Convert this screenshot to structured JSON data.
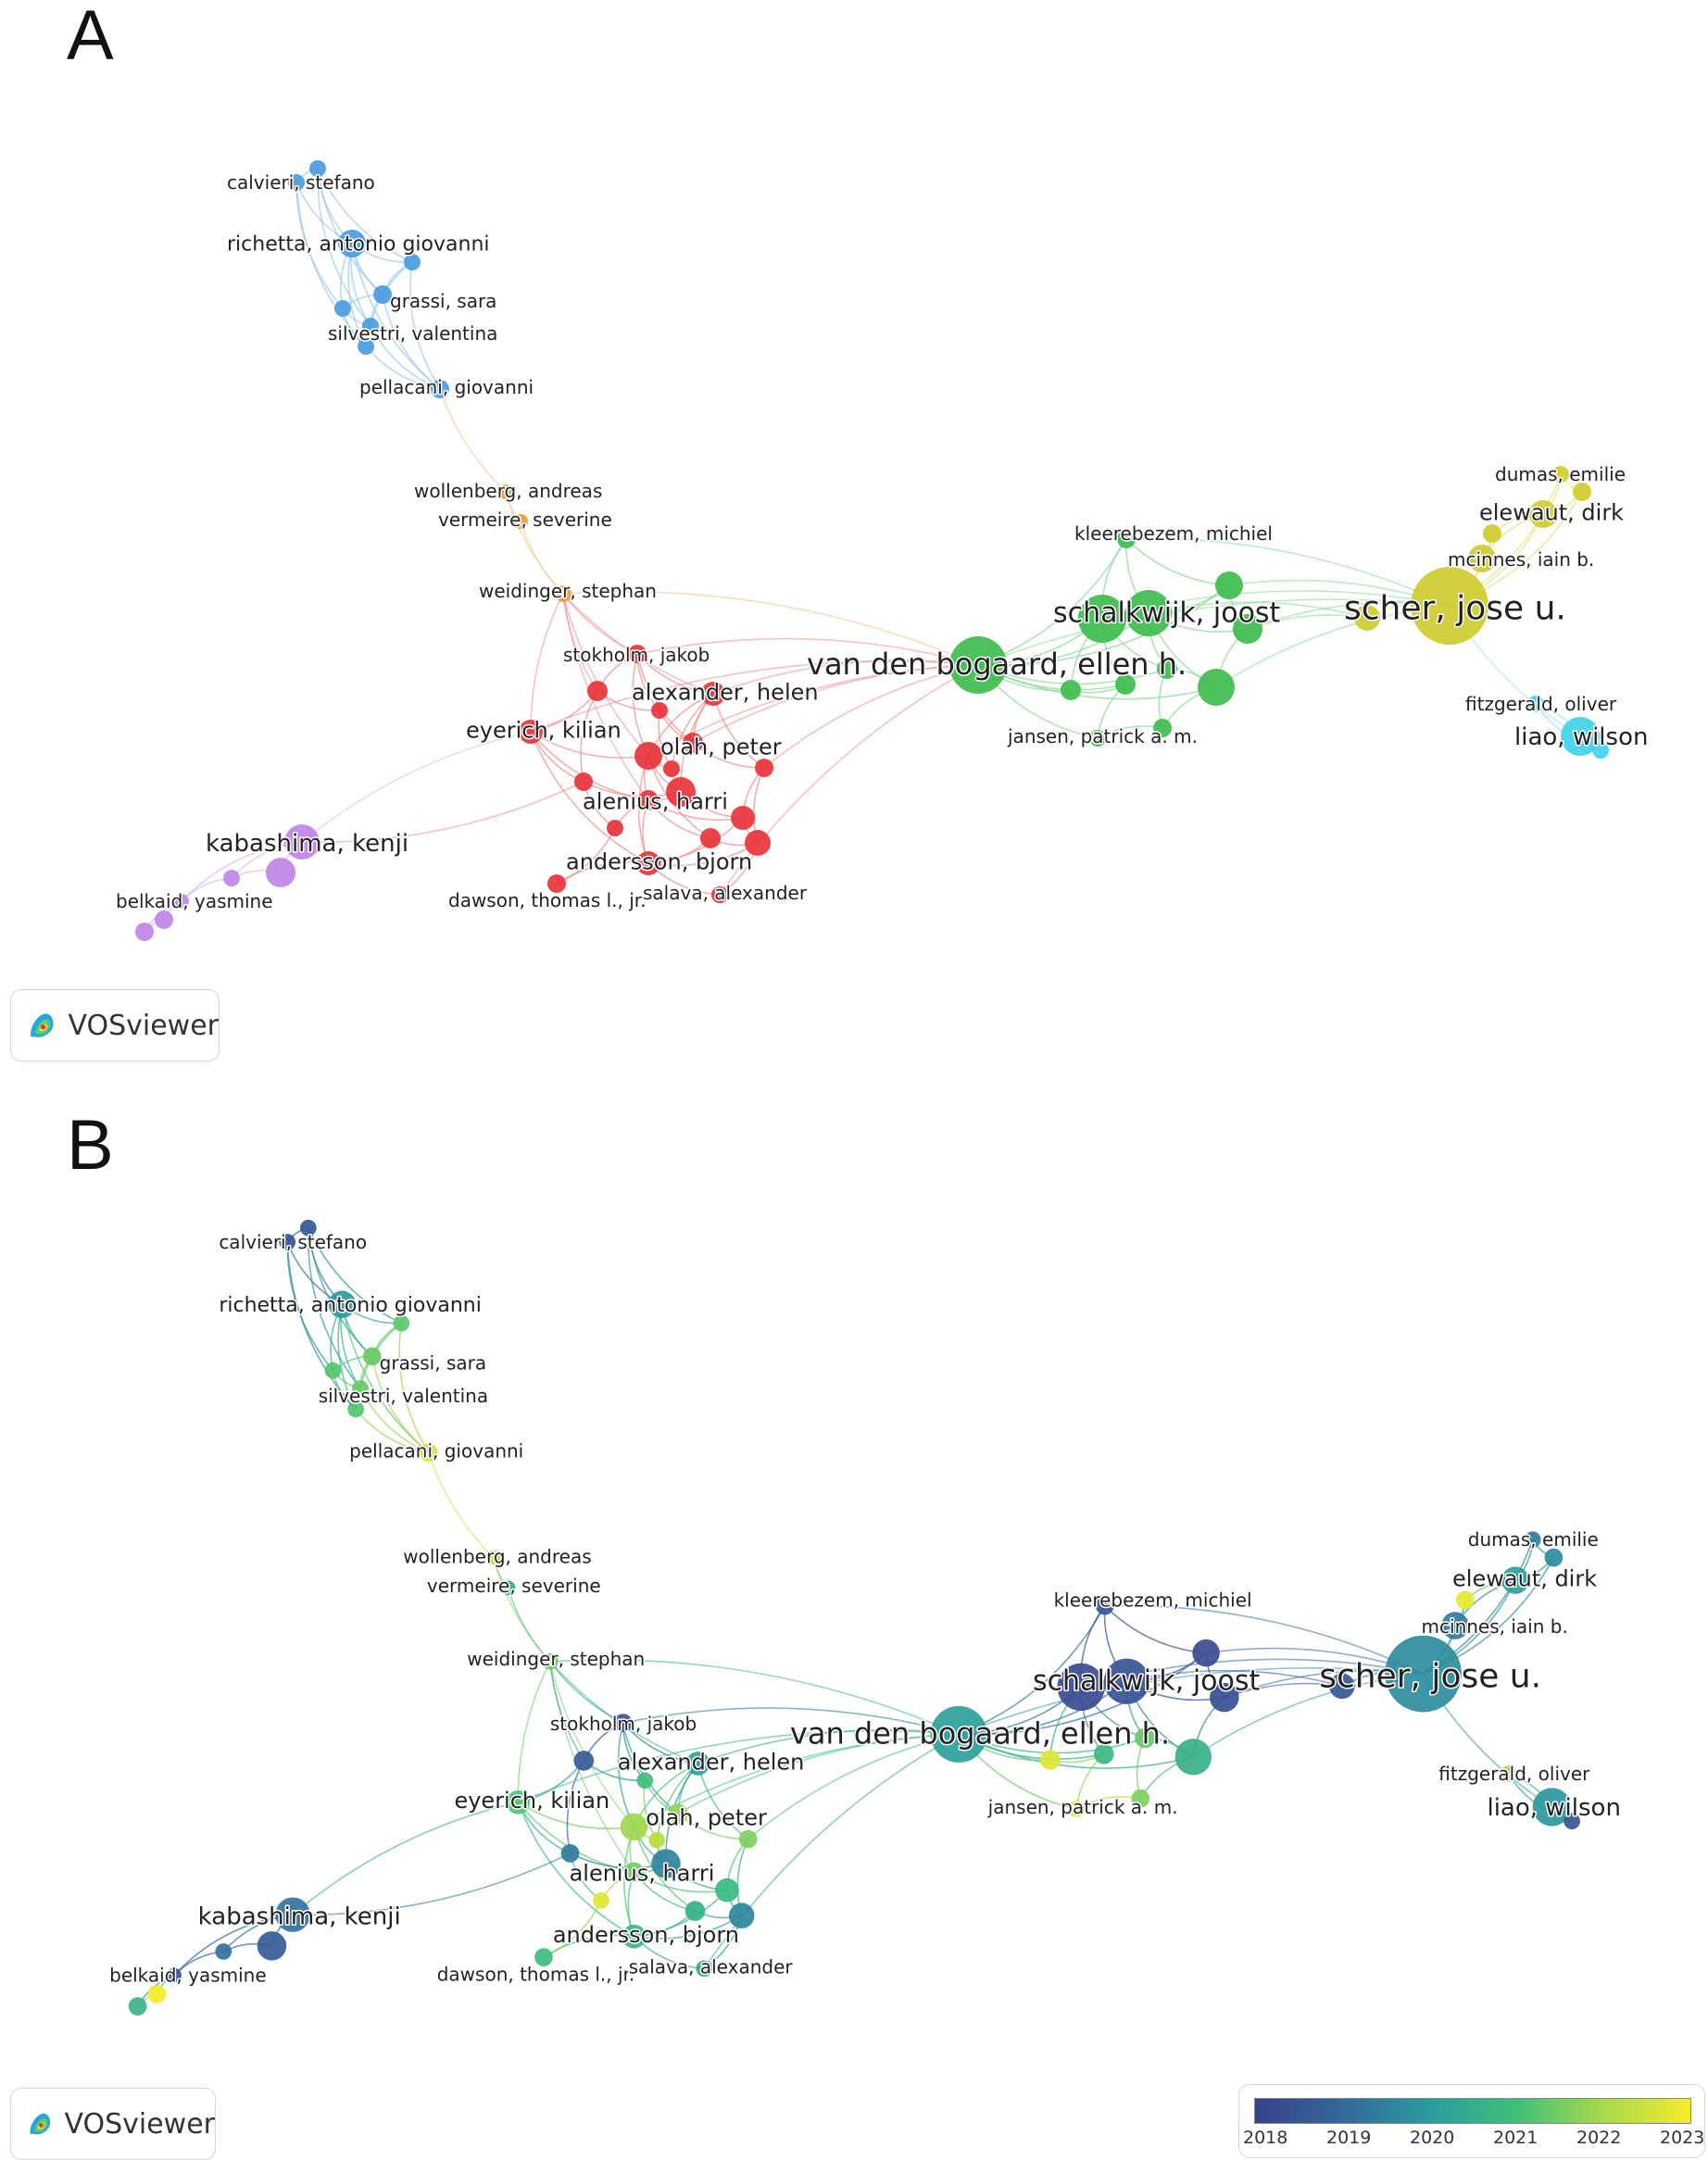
{
  "panels": [
    {
      "letter": "A",
      "mode": "cluster",
      "colors": {
        "blue": "#4a9be0",
        "orange": "#f29a3a",
        "red": "#e8333b",
        "green": "#3ebd4e",
        "yellow": "#cfcc30",
        "cyan": "#3fd2ea",
        "purple": "#c084e6"
      },
      "nodes": [
        {
          "id": "calvieri",
          "label": "calvieri, stefano",
          "c": "blue",
          "v": null
        },
        {
          "id": "b2",
          "label": "",
          "c": "blue",
          "v": null
        },
        {
          "id": "richetta",
          "label": "richetta, antonio giovanni",
          "c": "blue",
          "v": null
        },
        {
          "id": "b4",
          "label": "",
          "c": "blue",
          "v": null
        },
        {
          "id": "grassi",
          "label": "grassi, sara",
          "c": "blue",
          "v": null
        },
        {
          "id": "b6",
          "label": "",
          "c": "blue",
          "v": null
        },
        {
          "id": "silvestri",
          "label": "silvestri, valentina",
          "c": "blue",
          "v": null
        },
        {
          "id": "b8",
          "label": "",
          "c": "blue",
          "v": null
        },
        {
          "id": "pellacani",
          "label": "pellacani, giovanni",
          "c": "blue",
          "v": null
        },
        {
          "id": "wollenberg",
          "label": "wollenberg, andreas",
          "c": "orange",
          "v": null
        },
        {
          "id": "vermeire",
          "label": "vermeire, severine",
          "c": "orange",
          "v": null
        },
        {
          "id": "weidinger",
          "label": "weidinger, stephan",
          "c": "orange",
          "v": null
        },
        {
          "id": "stokholm",
          "label": "stokholm, jakob",
          "c": "red",
          "v": null
        },
        {
          "id": "alexander",
          "label": "alexander, helen",
          "c": "red",
          "v": null
        },
        {
          "id": "eyerich",
          "label": "eyerich, kilian",
          "c": "red",
          "v": null
        },
        {
          "id": "olah",
          "label": "olah, peter",
          "c": "red",
          "v": null
        },
        {
          "id": "alenius",
          "label": "alenius, harri",
          "c": "red",
          "v": null
        },
        {
          "id": "andersson",
          "label": "andersson, bjorn",
          "c": "red",
          "v": null
        },
        {
          "id": "dawson",
          "label": "dawson, thomas l., jr.",
          "c": "red",
          "v": null
        },
        {
          "id": "salava",
          "label": "salava, alexander",
          "c": "red",
          "v": null
        },
        {
          "id": "r1",
          "label": "",
          "c": "red",
          "v": null
        },
        {
          "id": "r2",
          "label": "",
          "c": "red",
          "v": null
        },
        {
          "id": "r3",
          "label": "",
          "c": "red",
          "v": null
        },
        {
          "id": "r4",
          "label": "",
          "c": "red",
          "v": null
        },
        {
          "id": "r5",
          "label": "",
          "c": "red",
          "v": null
        },
        {
          "id": "r6",
          "label": "",
          "c": "red",
          "v": null
        },
        {
          "id": "r7",
          "label": "",
          "c": "red",
          "v": null
        },
        {
          "id": "r8",
          "label": "",
          "c": "red",
          "v": null
        },
        {
          "id": "r9",
          "label": "",
          "c": "red",
          "v": null
        },
        {
          "id": "r10",
          "label": "",
          "c": "red",
          "v": null
        },
        {
          "id": "r11",
          "label": "",
          "c": "red",
          "v": null
        },
        {
          "id": "vandenbogaard",
          "label": "van den bogaard, ellen h.",
          "c": "green",
          "v": null
        },
        {
          "id": "kleerebezem",
          "label": "kleerebezem, michiel",
          "c": "green",
          "v": null
        },
        {
          "id": "schalkwijk",
          "label": "schalkwijk, joost",
          "c": "green",
          "v": null
        },
        {
          "id": "jansen",
          "label": "jansen, patrick a. m.",
          "c": "green",
          "v": null
        },
        {
          "id": "g1",
          "label": "",
          "c": "green",
          "v": null
        },
        {
          "id": "g2",
          "label": "",
          "c": "green",
          "v": null
        },
        {
          "id": "g3",
          "label": "",
          "c": "green",
          "v": null
        },
        {
          "id": "g4",
          "label": "",
          "c": "green",
          "v": null
        },
        {
          "id": "g5",
          "label": "",
          "c": "green",
          "v": null
        },
        {
          "id": "g6",
          "label": "",
          "c": "green",
          "v": null
        },
        {
          "id": "g7",
          "label": "",
          "c": "green",
          "v": null
        },
        {
          "id": "g8",
          "label": "",
          "c": "green",
          "v": null
        },
        {
          "id": "scher",
          "label": "scher, jose u.",
          "c": "yellow",
          "v": null
        },
        {
          "id": "dumas",
          "label": "dumas, emilie",
          "c": "yellow",
          "v": null
        },
        {
          "id": "elewaut",
          "label": "elewaut, dirk",
          "c": "yellow",
          "v": null
        },
        {
          "id": "mcinnes",
          "label": "mcinnes, iain b.",
          "c": "yellow",
          "v": null
        },
        {
          "id": "y1",
          "label": "",
          "c": "yellow",
          "v": null
        },
        {
          "id": "y2",
          "label": "",
          "c": "yellow",
          "v": null
        },
        {
          "id": "y3",
          "label": "",
          "c": "yellow",
          "v": null
        },
        {
          "id": "fitzgerald",
          "label": "fitzgerald, oliver",
          "c": "cyan",
          "v": null
        },
        {
          "id": "liao",
          "label": "liao, wilson",
          "c": "cyan",
          "v": null
        },
        {
          "id": "c1",
          "label": "",
          "c": "cyan",
          "v": null
        },
        {
          "id": "kabashima",
          "label": "kabashima, kenji",
          "c": "purple",
          "v": null
        },
        {
          "id": "belkaid",
          "label": "belkaid, yasmine",
          "c": "purple",
          "v": null
        },
        {
          "id": "p1",
          "label": "",
          "c": "purple",
          "v": null
        },
        {
          "id": "p2",
          "label": "",
          "c": "purple",
          "v": null
        },
        {
          "id": "p3",
          "label": "",
          "c": "purple",
          "v": null
        },
        {
          "id": "p4",
          "label": "",
          "c": "purple",
          "v": null
        }
      ],
      "logo_text": "VOSviewer"
    },
    {
      "letter": "B",
      "mode": "overlay",
      "nodes": [
        {
          "id": "calvieri",
          "label": "calvieri, stefano",
          "c": null,
          "v": 2018.6
        },
        {
          "id": "b2",
          "label": "",
          "c": null,
          "v": 2018.4
        },
        {
          "id": "richetta",
          "label": "richetta, antonio giovanni",
          "c": null,
          "v": 2020.0
        },
        {
          "id": "b4",
          "label": "",
          "c": null,
          "v": 2021.3
        },
        {
          "id": "grassi",
          "label": "grassi, sara",
          "c": null,
          "v": 2021.4
        },
        {
          "id": "b6",
          "label": "",
          "c": null,
          "v": 2021.2
        },
        {
          "id": "silvestri",
          "label": "silvestri, valentina",
          "c": null,
          "v": 2021.4
        },
        {
          "id": "b8",
          "label": "",
          "c": null,
          "v": 2021.2
        },
        {
          "id": "pellacani",
          "label": "pellacani, giovanni",
          "c": null,
          "v": 2022.6
        },
        {
          "id": "wollenberg",
          "label": "wollenberg, andreas",
          "c": null,
          "v": 2022.3
        },
        {
          "id": "vermeire",
          "label": "vermeire, severine",
          "c": null,
          "v": 2020.4
        },
        {
          "id": "weidinger",
          "label": "weidinger, stephan",
          "c": null,
          "v": 2021.5
        },
        {
          "id": "stokholm",
          "label": "stokholm, jakob",
          "c": null,
          "v": 2018.5
        },
        {
          "id": "alexander",
          "label": "alexander, helen",
          "c": null,
          "v": 2020.2
        },
        {
          "id": "eyerich",
          "label": "eyerich, kilian",
          "c": null,
          "v": 2021.2
        },
        {
          "id": "olah",
          "label": "olah, peter",
          "c": null,
          "v": 2021.9
        },
        {
          "id": "alenius",
          "label": "alenius, harri",
          "c": null,
          "v": 2021.5
        },
        {
          "id": "andersson",
          "label": "andersson, bjorn",
          "c": null,
          "v": 2020.7
        },
        {
          "id": "dawson",
          "label": "dawson, thomas l., jr.",
          "c": null,
          "v": 2020.9
        },
        {
          "id": "salava",
          "label": "salava, alexander",
          "c": null,
          "v": 2020.4
        },
        {
          "id": "r1",
          "label": "",
          "c": null,
          "v": 2018.7
        },
        {
          "id": "r2",
          "label": "",
          "c": null,
          "v": 2021.0
        },
        {
          "id": "r3",
          "label": "",
          "c": null,
          "v": 2021.8
        },
        {
          "id": "r4",
          "label": "",
          "c": null,
          "v": 2021.6
        },
        {
          "id": "r5",
          "label": "",
          "c": null,
          "v": 2019.3
        },
        {
          "id": "r6",
          "label": "",
          "c": null,
          "v": 2019.5
        },
        {
          "id": "r7",
          "label": "",
          "c": null,
          "v": 2020.8
        },
        {
          "id": "r8",
          "label": "",
          "c": null,
          "v": 2022.7
        },
        {
          "id": "r9",
          "label": "",
          "c": null,
          "v": 2020.6
        },
        {
          "id": "r10",
          "label": "",
          "c": null,
          "v": 2019.6
        },
        {
          "id": "r11",
          "label": "",
          "c": null,
          "v": 2022.2
        },
        {
          "id": "vandenbogaard",
          "label": "van den bogaard, ellen h.",
          "c": null,
          "v": 2020.1
        },
        {
          "id": "kleerebezem",
          "label": "kleerebezem, michiel",
          "c": null,
          "v": 2018.6
        },
        {
          "id": "schalkwijk",
          "label": "schalkwijk, joost",
          "c": null,
          "v": 2018.3
        },
        {
          "id": "jansen",
          "label": "jansen, patrick a. m.",
          "c": null,
          "v": 2022.8
        },
        {
          "id": "g1",
          "label": "",
          "c": null,
          "v": 2018.5
        },
        {
          "id": "g2",
          "label": "",
          "c": null,
          "v": 2018.3
        },
        {
          "id": "g3",
          "label": "",
          "c": null,
          "v": 2018.4
        },
        {
          "id": "g4",
          "label": "",
          "c": null,
          "v": 2020.6
        },
        {
          "id": "g5",
          "label": "",
          "c": null,
          "v": 2022.7
        },
        {
          "id": "g6",
          "label": "",
          "c": null,
          "v": 2021.4
        },
        {
          "id": "g7",
          "label": "",
          "c": null,
          "v": 2021.6
        },
        {
          "id": "g8",
          "label": "",
          "c": null,
          "v": 2020.8
        },
        {
          "id": "scher",
          "label": "scher, jose u.",
          "c": null,
          "v": 2019.7
        },
        {
          "id": "dumas",
          "label": "dumas, emilie",
          "c": null,
          "v": 2019.4
        },
        {
          "id": "elewaut",
          "label": "elewaut, dirk",
          "c": null,
          "v": 2020.1
        },
        {
          "id": "mcinnes",
          "label": "mcinnes, iain b.",
          "c": null,
          "v": 2019.4
        },
        {
          "id": "y1",
          "label": "",
          "c": null,
          "v": 2019.7
        },
        {
          "id": "y2",
          "label": "",
          "c": null,
          "v": 2022.8
        },
        {
          "id": "y3",
          "label": "",
          "c": null,
          "v": 2018.6
        },
        {
          "id": "fitzgerald",
          "label": "fitzgerald, oliver",
          "c": null,
          "v": 2022.1
        },
        {
          "id": "liao",
          "label": "liao, wilson",
          "c": null,
          "v": 2019.9
        },
        {
          "id": "c1",
          "label": "",
          "c": null,
          "v": 2018.5
        },
        {
          "id": "kabashima",
          "label": "kabashima, kenji",
          "c": null,
          "v": 2019.2
        },
        {
          "id": "belkaid",
          "label": "belkaid, yasmine",
          "c": null,
          "v": 2018.6
        },
        {
          "id": "p1",
          "label": "",
          "c": null,
          "v": 2018.7
        },
        {
          "id": "p2",
          "label": "",
          "c": null,
          "v": 2019.2
        },
        {
          "id": "p3",
          "label": "",
          "c": null,
          "v": 2023.0
        },
        {
          "id": "p4",
          "label": "",
          "c": null,
          "v": 2020.7
        }
      ],
      "logo_text": "VOSviewer",
      "legend": {
        "ticks": [
          "2018",
          "2019",
          "2020",
          "2021",
          "2022",
          "2023"
        ],
        "range": [
          2018,
          2023
        ],
        "gradient": [
          "#3b3f8c",
          "#33689b",
          "#2a9c9e",
          "#3fbf7a",
          "#a8d94a",
          "#f5ec2a"
        ]
      }
    }
  ]
}
